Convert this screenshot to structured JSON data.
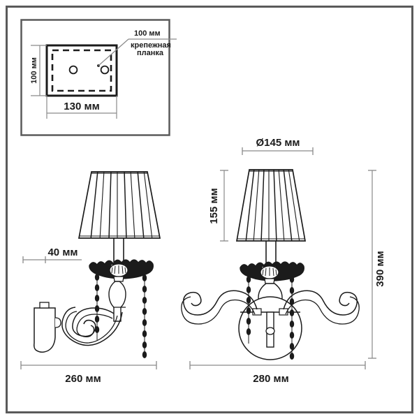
{
  "document": {
    "type": "technical-dimension-drawing",
    "subject": "wall sconce lamp with pleated shade",
    "border_color": "#5a5a5a",
    "line_color": "#3c3c3c",
    "text_color": "#1b1b1b",
    "background_color": "#ffffff"
  },
  "mounting_detail": {
    "name": "mounting plate inset",
    "callout_value": "100 мм",
    "callout_caption_line1": "крепежная",
    "callout_caption_line2": "планка",
    "height_label": "100 мм",
    "width_label": "130 мм",
    "hole_count": 2
  },
  "side_view": {
    "name": "side elevation",
    "projection_label": "40 мм",
    "width_label": "260 мм"
  },
  "front_view": {
    "name": "front elevation",
    "shade_diameter_label": "Ø145 мм",
    "shade_height_label": "155 мм",
    "total_height_label": "390 мм",
    "width_label": "280 мм"
  }
}
